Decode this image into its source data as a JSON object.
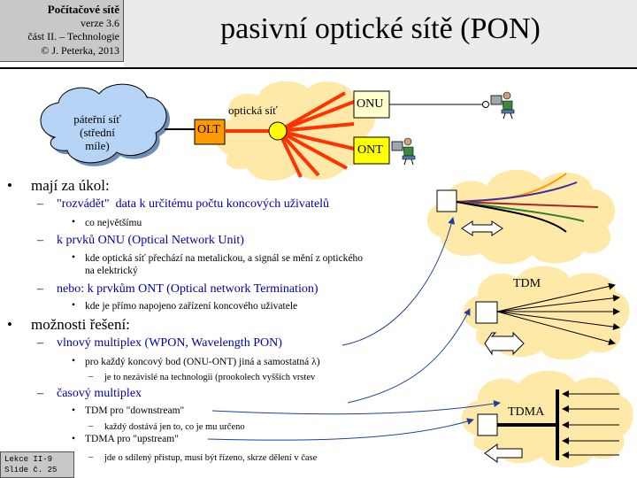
{
  "header": {
    "course": "Počítačové sítě",
    "version": "verze 3.6",
    "part": "část II. – Technologie",
    "copyright": "© J. Peterka, 2013"
  },
  "title": "pasivní optické sítě (PON)",
  "footer": {
    "lecture": "Lekce II-9",
    "slide": "Slide č. 25"
  },
  "diagram": {
    "backbone_lines": [
      "páteřní síť",
      "(střední",
      "míle)"
    ],
    "olt": "OLT",
    "optical_net": "optická síť",
    "onu": "ONU",
    "ont": "ONT",
    "tdm": "TDM",
    "tdma": "TDMA"
  },
  "outline": {
    "task_heading": "mají za úkol:",
    "distribute_quote": "\"rozvádět\"",
    "distribute_rest": "data k určitému počtu koncových uživatelů",
    "distribute_note": "co největšímu",
    "onu_item": "k prvků ONU (Optical Network Unit)",
    "onu_note_1": "kde optická síť přechází na metalickou, a signál se mění z optického",
    "onu_note_2": "na elektrický",
    "ont_item": "nebo: k prvkům ONT (Optical network Termination)",
    "ont_note": "kde je přímo napojeno zařízení koncového uživatele",
    "solutions_heading": "možnosti řešení:",
    "wavelength_item": "vlnový multiplex (WPON, Wavelength PON)",
    "wavelength_note": "pro každý koncový bod (ONU-ONT) jiná a samostatná λ)",
    "wavelength_subnote": "je to nezávislé na technologii (prookolech vyšších vrstev",
    "time_item": "časový multiplex",
    "tdm_note": "TDM pro \"downstream\"",
    "tdm_subnote": "každý dostává jen to, co je mu určeno",
    "tdma_note": "TDMA pro \"upstream\"",
    "tdma_subnote": "jde o sdílený přístup, musí být řízeno, skrze dělení v čase"
  },
  "colors": {
    "olt_fill": "#ff9900",
    "splitter_fill": "#ffff00",
    "fiber": "#ff3300",
    "cloud": "#ffe9a8",
    "backbone": "#b6d4f5",
    "arrow": "#1f3fa0"
  }
}
